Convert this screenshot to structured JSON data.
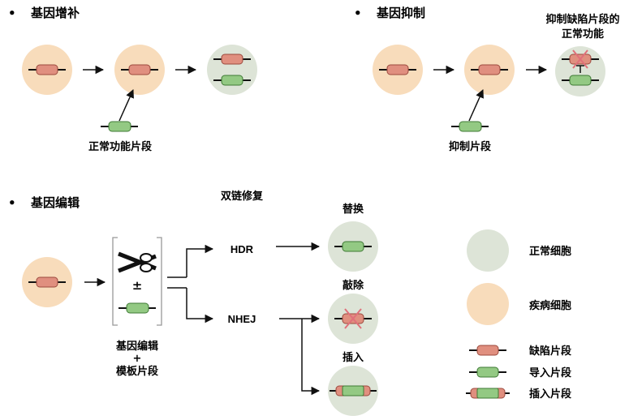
{
  "sections": {
    "augment": {
      "bullet": "•",
      "title": "基因增补",
      "fragment_label": "正常功能片段"
    },
    "suppress": {
      "bullet": "•",
      "title": "基因抑制",
      "fragment_label": "抑制片段",
      "result_label_line1": "抑制缺陷片段的",
      "result_label_line2": "正常功能"
    },
    "editing": {
      "bullet": "•",
      "title": "基因编辑",
      "repair_title": "双链修复",
      "bracket_symbol": "±",
      "tool_line1": "基因编辑",
      "tool_line2": "+",
      "tool_line3": "模板片段",
      "hdr": "HDR",
      "nhej": "NHEJ",
      "replace_label": "替换",
      "knockout_label": "敲除",
      "insert_label": "插入"
    }
  },
  "legend": {
    "normal_cell": "正常细胞",
    "diseased_cell": "疾病细胞",
    "defect_fragment": "缺陷片段",
    "import_fragment": "导入片段",
    "insert_fragment": "插入片段"
  },
  "colors": {
    "normal_cell": "#dde4d7",
    "diseased_cell": "#f8dcbb",
    "defect_fragment": "#e08f7f",
    "import_fragment": "#93c983",
    "cross": "#e0707a"
  }
}
